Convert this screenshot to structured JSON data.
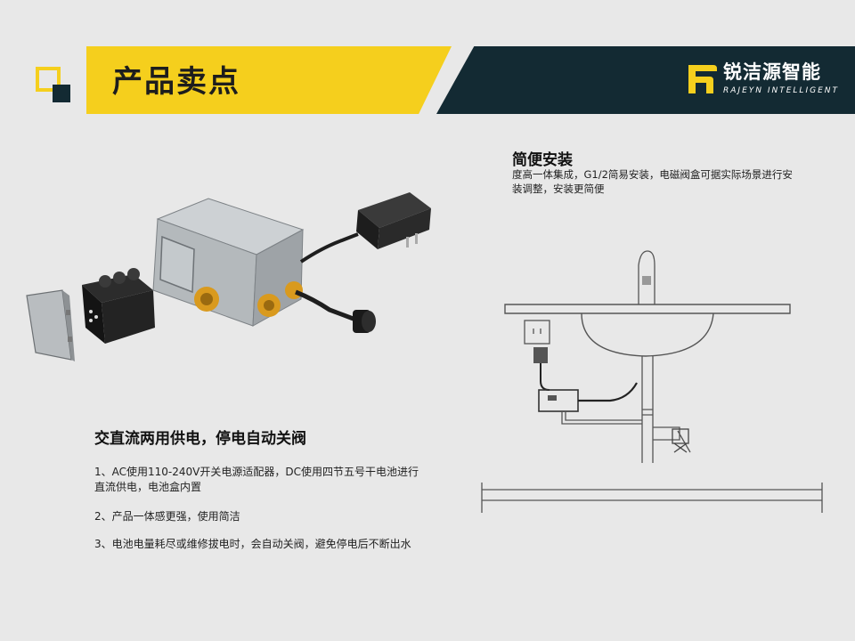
{
  "header": {
    "title": "产品卖点",
    "brand_cn": "锐洁源智能",
    "brand_en": "RAJEYN INTELLIGENT",
    "colors": {
      "accent": "#f5cf1d",
      "dark": "#132a33"
    }
  },
  "install": {
    "title": "简便安装",
    "description": "度高一体集成，G1/2简易安装，电磁阀盒可据实际场景进行安装调整，安装更简便"
  },
  "features": {
    "title": "交直流两用供电，停电自动关阀",
    "items": [
      "1、AC使用110-240V开关电源适配器，DC使用四节五号干电池进行直流供电，电池盒内置",
      "2、产品一体感更强，使用简洁",
      "3、电池电量耗尽或维修拔电时，会自动关阀，避免停电后不断出水"
    ]
  },
  "icons": [
    "logo-r-icon",
    "power-adapter-icon",
    "battery-pack-icon",
    "valve-box-icon"
  ]
}
